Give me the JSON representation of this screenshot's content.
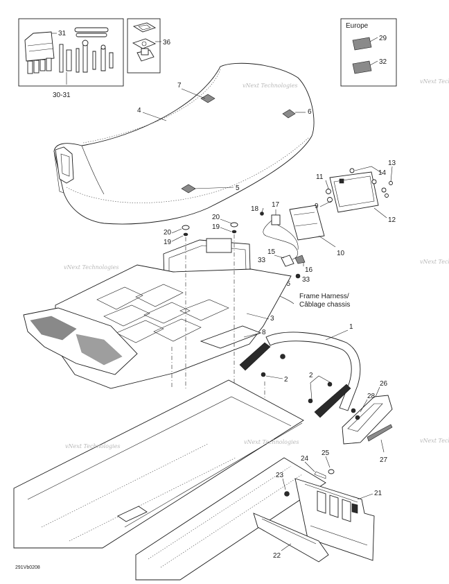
{
  "diagram_code": "291Vb0208",
  "watermark": "vNext Technologies",
  "kit_label": "30-31",
  "europe_box": {
    "title": "Europe"
  },
  "harness_label": {
    "line1": "Frame Harness/",
    "line2": "Câblage chassis"
  },
  "callouts": {
    "c1": "1",
    "c2a": "2",
    "c2b": "2",
    "c3": "3",
    "c4": "4",
    "c5": "5",
    "c6": "6",
    "c7": "7",
    "c8": "8",
    "c9": "9",
    "c10": "10",
    "c11": "11",
    "c12": "12",
    "c13": "13",
    "c14": "14",
    "c15": "15",
    "c16": "16",
    "c17": "17",
    "c18": "18",
    "c19a": "19",
    "c19b": "19",
    "c20a": "20",
    "c20b": "20",
    "c21": "21",
    "c22": "22",
    "c23": "23",
    "c24": "24",
    "c25": "25",
    "c26": "26",
    "c27": "27",
    "c28": "28",
    "c29": "29",
    "c31": "31",
    "c32": "32",
    "c33a": "33",
    "c33b": "33",
    "c35": "35",
    "c36": "36"
  }
}
